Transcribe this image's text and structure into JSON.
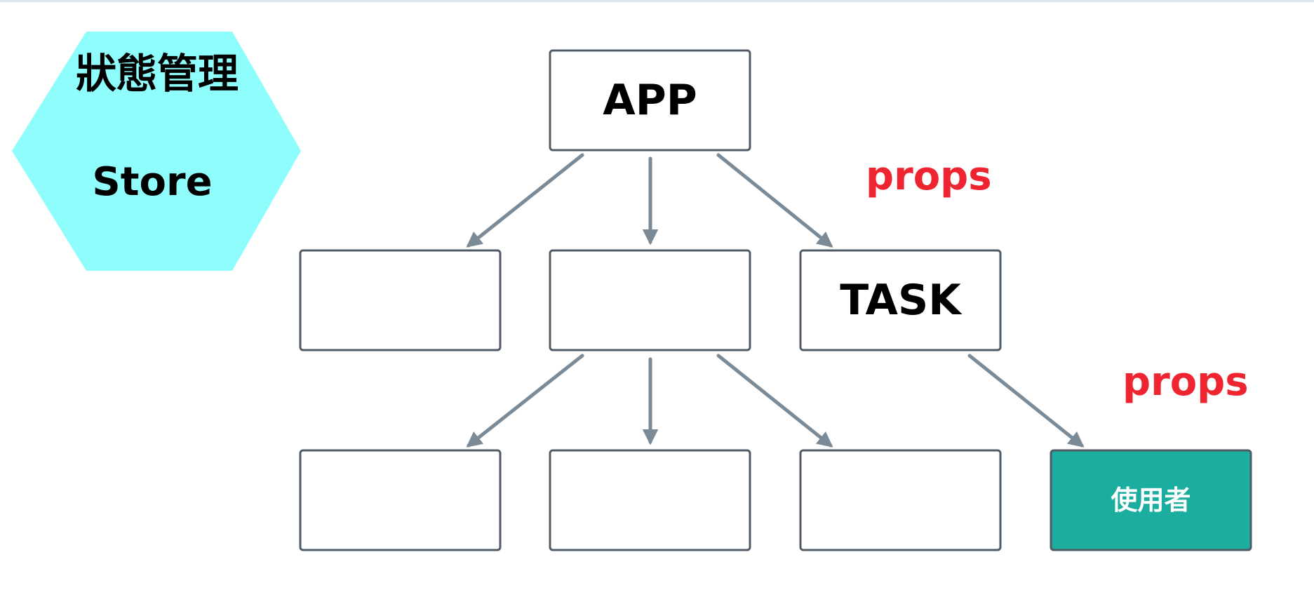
{
  "store": {
    "line1": "狀態管理",
    "line2": "Store",
    "fill_color": "#8ffdfb"
  },
  "nodes": [
    {
      "id": "app",
      "label": "APP"
    },
    {
      "id": "level1-left",
      "label": ""
    },
    {
      "id": "level1-middle",
      "label": ""
    },
    {
      "id": "task",
      "label": "TASK"
    },
    {
      "id": "level2-a",
      "label": ""
    },
    {
      "id": "level2-b",
      "label": ""
    },
    {
      "id": "level2-c",
      "label": ""
    },
    {
      "id": "user",
      "label": "使用者"
    }
  ],
  "edges": [
    {
      "from": "app",
      "to": "level1-left",
      "label": ""
    },
    {
      "from": "app",
      "to": "level1-middle",
      "label": ""
    },
    {
      "from": "app",
      "to": "task",
      "label": "props"
    },
    {
      "from": "level1-middle",
      "to": "level2-a",
      "label": ""
    },
    {
      "from": "level1-middle",
      "to": "level2-b",
      "label": ""
    },
    {
      "from": "level1-middle",
      "to": "level2-c",
      "label": ""
    },
    {
      "from": "task",
      "to": "user",
      "label": "props"
    }
  ],
  "colors": {
    "node_border": "#4f5b66",
    "arrow": "#7a8a96",
    "edge_label": "#ee2530",
    "highlight_fill": "#1bae9f",
    "highlight_text": "#ffffff"
  }
}
